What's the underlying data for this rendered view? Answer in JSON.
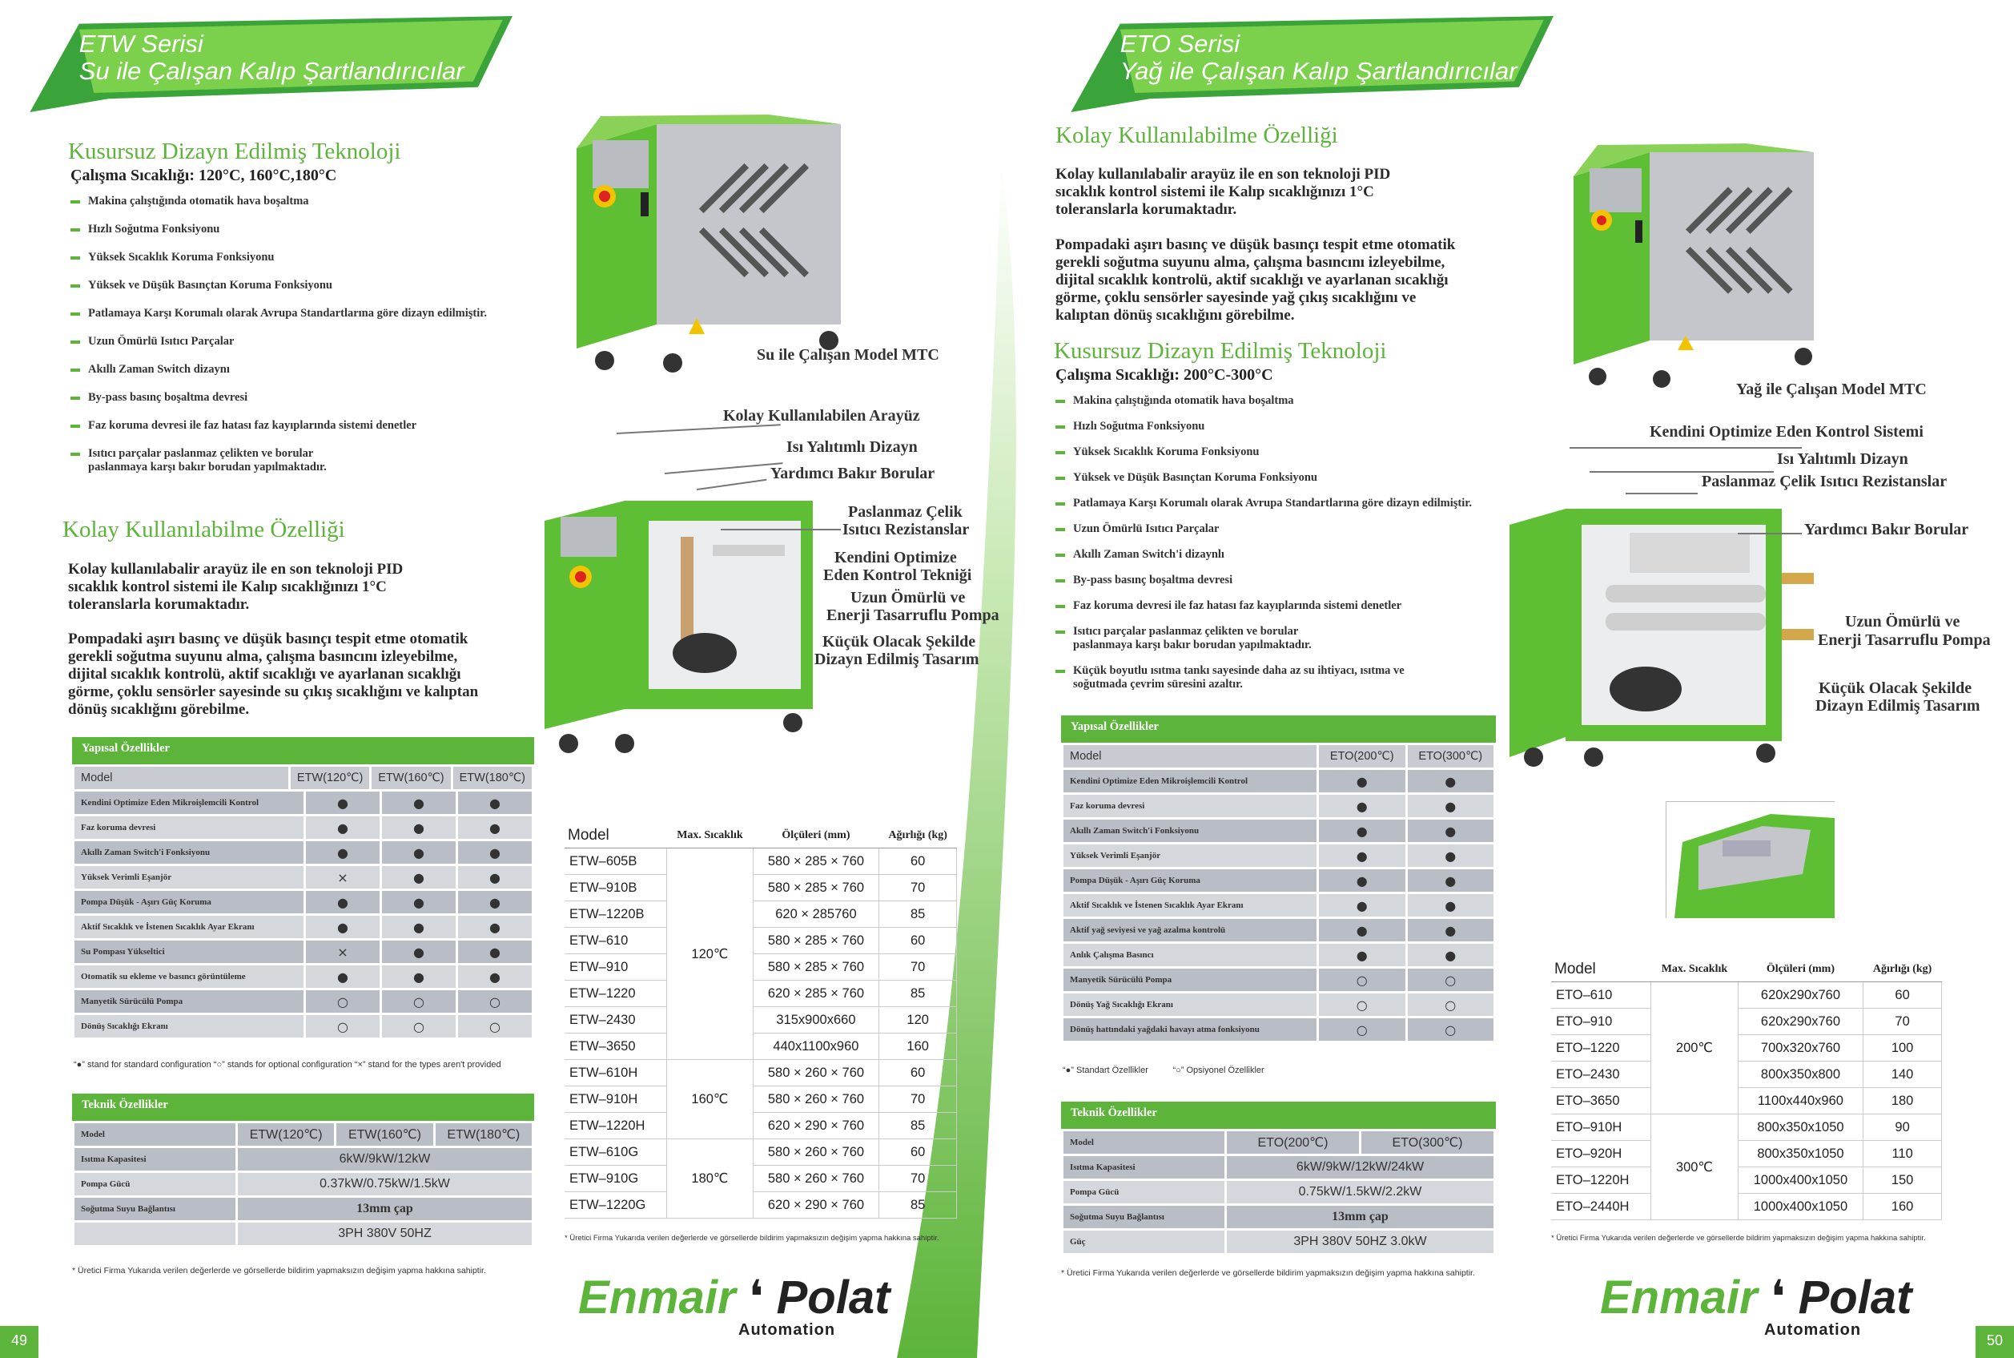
{
  "left": {
    "banner": {
      "line1": "ETW Serisi",
      "line2": "Su ile Çalışan Kalıp Şartlandırıcılar"
    },
    "tech_heading": "Kusursuz Dizayn Edilmiş Teknoloji",
    "temp": "Çalışma Sıcaklığı: 120°C, 160°C,180°C",
    "features": [
      "Makina çalıştığında otomatik hava boşaltma",
      "Hızlı Soğutma Fonksiyonu",
      "Yüksek Sıcaklık Koruma Fonksiyonu",
      "Yüksek ve Düşük Basınçtan Koruma Fonksiyonu",
      "Patlamaya Karşı Korumalı olarak Avrupa Standartlarına göre dizayn edilmiştir.",
      "Uzun Ömürlü Isıtıcı Parçalar",
      "Akıllı Zaman Switch dizaynı",
      "By-pass basınç boşaltma devresi",
      "Faz koruma devresi ile faz hatası faz kayıplarında sistemi denetler",
      "Isıtıcı parçalar paslanmaz çelikten ve borular paslanmaya karşı bakır borudan yapılmaktadır."
    ],
    "ease_heading": "Kolay Kullanılabilme Özelliği",
    "para1": "Kolay kullanılabalir arayüz ile en son teknoloji PID sıcaklık kontrol sistemi ile Kalıp sıcaklığınızı 1°C toleranslarla korumaktadır.",
    "para2": "Pompadaki aşırı basınç ve düşük basınçı tespit etme otomatik gerekli soğutma suyunu alma, çalışma basıncını izleyebilme, dijital sıcaklık kontrolü, aktif sıcaklığı ve ayarlanan sıcaklığı görme, çoklu sensörler sayesinde su çıkış sıcaklığını ve kalıptan dönüş sıcaklığını görebilme.",
    "struct": {
      "title": "Yapısal Özellikler",
      "headers": [
        "Model",
        "ETW(120℃)",
        "ETW(160℃)",
        "ETW(180℃)"
      ],
      "rows": [
        [
          "Kendini Optimize Eden Mikroişlemcili Kontrol",
          "●",
          "●",
          "●"
        ],
        [
          "Faz koruma devresi",
          "●",
          "●",
          "●"
        ],
        [
          "Akıllı Zaman Switch'i Fonksiyonu",
          "●",
          "●",
          "●"
        ],
        [
          "Yüksek Verimli Eşanjör",
          "×",
          "●",
          "●"
        ],
        [
          "Pompa Düşük - Aşırı Güç Koruma",
          "●",
          "●",
          "●"
        ],
        [
          "Aktif Sıcaklık ve İstenen Sıcaklık Ayar Ekranı",
          "●",
          "●",
          "●"
        ],
        [
          "Su Pompası Yükseltici",
          "×",
          "●",
          "●"
        ],
        [
          "Otomatik su ekleme ve basıncı görüntüleme",
          "●",
          "●",
          "●"
        ],
        [
          "Manyetik Sürücülü Pompa",
          "○",
          "○",
          "○"
        ],
        [
          "Dönüş Sıcaklığı Ekranı",
          "○",
          "○",
          "○"
        ]
      ],
      "legend": "“●” stand for standard configuration   “○” stands for optional configuration   “×” stand for the types aren't provided"
    },
    "tech": {
      "title": "Teknik Özellikler",
      "headers": [
        "Model",
        "ETW(120℃)",
        "ETW(160℃)",
        "ETW(180℃)"
      ],
      "rows": [
        [
          "Isıtma Kapasitesi",
          "6kW/9kW/12kW"
        ],
        [
          "Pompa Gücü",
          "0.37kW/0.75kW/1.5kW"
        ],
        [
          "Soğutma Suyu Bağlantısı",
          "13mm çap"
        ],
        [
          "",
          "3PH 380V 50HZ"
        ]
      ]
    },
    "note": "* Üretici Firma Yukarıda verilen değerlerde ve görsellerde bildirim yapmaksızın değişim yapma hakkına sahiptir.",
    "page": "49",
    "photo_caption": "Su ile Çalışan Model MTC",
    "callouts": [
      "Kolay Kullanılabilen Arayüz",
      "Isı Yalıtımlı Dizayn",
      "Yardımcı Bakır Borular",
      "Paslanmaz Çelik",
      "Isıtıcı Rezistanslar",
      "Kendini Optimize",
      "Eden Kontrol Tekniği",
      "Uzun Ömürlü ve",
      "Enerji Tasarruflu Pompa",
      "Küçük Olacak Şekilde",
      "Dizayn Edilmiş Tasarım"
    ],
    "models": {
      "headers": [
        "Model",
        "Max. Sıcaklık",
        "Ölçüleri (mm)",
        "Ağırlığı (kg)"
      ],
      "rows": [
        [
          "ETW–605B",
          "580 × 285 × 760",
          "60"
        ],
        [
          "ETW–910B",
          "580 × 285 × 760",
          "70"
        ],
        [
          "ETW–1220B",
          "620 × 285760",
          "85"
        ],
        [
          "ETW–610",
          "580 × 285 × 760",
          "60"
        ],
        [
          "ETW–910",
          "580 × 285 × 760",
          "70"
        ],
        [
          "ETW–1220",
          "620 × 285 × 760",
          "85"
        ],
        [
          "ETW–2430",
          "315x900x660",
          "120"
        ],
        [
          "ETW–3650",
          "440x1100x960",
          "160"
        ],
        [
          "ETW–610H",
          "580 × 260 × 760",
          "60"
        ],
        [
          "ETW–910H",
          "580 × 260 × 760",
          "70"
        ],
        [
          "ETW–1220H",
          "620 × 290 × 760",
          "85"
        ],
        [
          "ETW–610G",
          "580 × 260 × 760",
          "60"
        ],
        [
          "ETW–910G",
          "580 × 260 × 760",
          "70"
        ],
        [
          "ETW–1220G",
          "620 × 290 × 760",
          "85"
        ]
      ],
      "temps": [
        "120℃",
        "160℃",
        "180℃"
      ],
      "note": "* Üretici Firma Yukarıda verilen değerlerde ve görsellerde bildirim yapmaksızın değişim yapma hakkına sahiptir."
    }
  },
  "right": {
    "banner": {
      "line1": "ETO Serisi",
      "line2": "Yağ ile Çalışan Kalıp Şartlandırıcılar"
    },
    "ease_heading": "Kolay Kullanılabilme Özelliği",
    "para1": "Kolay kullanılabalir arayüz ile en son teknoloji PID sıcaklık kontrol sistemi ile Kalıp sıcaklığınızı 1°C toleranslarla korumaktadır.",
    "para2": "Pompadaki aşırı basınç ve düşük basınçı tespit etme otomatik gerekli soğutma suyunu alma, çalışma basıncını izleyebilme, dijital sıcaklık kontrolü, aktif sıcaklığı ve ayarlanan sıcaklığı görme, çoklu sensörler sayesinde yağ çıkış sıcaklığını ve kalıptan dönüş sıcaklığını görebilme.",
    "tech_heading": "Kusursuz Dizayn Edilmiş Teknoloji",
    "temp": "Çalışma Sıcaklığı: 200°C-300°C",
    "features": [
      "Makina çalıştığında otomatik hava boşaltma",
      "Hızlı Soğutma Fonksiyonu",
      "Yüksek Sıcaklık Koruma Fonksiyonu",
      "Yüksek ve Düşük Basınçtan Koruma Fonksiyonu",
      "Patlamaya Karşı Korumalı olarak Avrupa Standartlarına göre dizayn edilmiştir.",
      "Uzun Ömürlü Isıtıcı Parçalar",
      "Akıllı Zaman Switch'i dizaynlı",
      "By-pass basınç boşaltma devresi",
      "Faz koruma devresi ile faz hatası faz kayıplarında sistemi denetler",
      "Isıtıcı parçalar paslanmaz çelikten ve borular paslanmaya karşı bakır borudan yapılmaktadır.",
      "Küçük boyutlu ısıtma tankı sayesinde daha az su ihtiyacı, ısıtma ve soğutmada çevrim süresini azaltır."
    ],
    "struct": {
      "title": "Yapısal Özellikler",
      "headers": [
        "Model",
        "ETO(200℃)",
        "ETO(300℃)"
      ],
      "rows": [
        [
          "Kendini Optimize Eden Mikroişlemcili Kontrol",
          "●",
          "●"
        ],
        [
          "Faz koruma devresi",
          "●",
          "●"
        ],
        [
          "Akıllı Zaman Switch'i Fonksiyonu",
          "●",
          "●"
        ],
        [
          "Yüksek Verimli Eşanjör",
          "●",
          "●"
        ],
        [
          "Pompa Düşük - Aşırı Güç Koruma",
          "●",
          "●"
        ],
        [
          "Aktif Sıcaklık ve İstenen Sıcaklık Ayar Ekranı",
          "●",
          "●"
        ],
        [
          "Aktif yağ seviyesi ve yağ azalma kontrolü",
          "●",
          "●"
        ],
        [
          "Anlık Çalışma Basıncı",
          "●",
          "●"
        ],
        [
          "Manyetik Sürücülü Pompa",
          "○",
          "○"
        ],
        [
          "Dönüş Yağ Sıcaklığı Ekranı",
          "○",
          "○"
        ],
        [
          "Dönüş hattındaki yağdaki havayı atma fonksiyonu",
          "○",
          "○"
        ]
      ],
      "legend": "“●” Standart Özellikler          “○” Opsiyonel Özellikler"
    },
    "tech": {
      "title": "Teknik Özellikler",
      "headers": [
        "Model",
        "ETO(200℃)",
        "ETO(300℃)"
      ],
      "rows": [
        [
          "Isıtma Kapasitesi",
          "6kW/9kW/12kW/24kW"
        ],
        [
          "Pompa Gücü",
          "0.75kW/1.5kW/2.2kW"
        ],
        [
          "Soğutma Suyu Bağlantısı",
          "13mm çap"
        ],
        [
          "Güç",
          "3PH 380V 50HZ 3.0kW"
        ]
      ]
    },
    "note": "* Üretici Firma Yukarıda verilen değerlerde ve görsellerde bildirim yapmaksızın değişim yapma hakkına sahiptir.",
    "page": "50",
    "photo_caption": "Yağ ile Çalışan Model MTC",
    "callouts": [
      "Kendini Optimize Eden Kontrol Sistemi",
      "Isı Yalıtımlı Dizayn",
      "Paslanmaz Çelik Isıtıcı Rezistanslar",
      "Yardımcı Bakır Borular",
      "Uzun Ömürlü ve",
      "Enerji Tasarruflu Pompa",
      "Küçük Olacak Şekilde",
      "Dizayn Edilmiş Tasarım"
    ],
    "models": {
      "headers": [
        "Model",
        "Max. Sıcaklık",
        "Ölçüleri (mm)",
        "Ağırlığı (kg)"
      ],
      "rows": [
        [
          "ETO–610",
          "620x290x760",
          "60"
        ],
        [
          "ETO–910",
          "620x290x760",
          "70"
        ],
        [
          "ETO–1220",
          "700x320x760",
          "100"
        ],
        [
          "ETO–2430",
          "800x350x800",
          "140"
        ],
        [
          "ETO–3650",
          "1100x440x960",
          "180"
        ],
        [
          "ETO–910H",
          "800x350x1050",
          "90"
        ],
        [
          "ETO–920H",
          "800x350x1050",
          "110"
        ],
        [
          "ETO–1220H",
          "1000x400x1050",
          "150"
        ],
        [
          "ETO–2440H",
          "1000x400x1050",
          "160"
        ]
      ],
      "temps": [
        "200℃",
        "300℃"
      ],
      "note": "* Üretici Firma Yukarıda verilen değerlerde ve görsellerde bildirim yapmaksızın değişim yapma hakkına sahiptir."
    }
  },
  "brand": {
    "name1": "Enmair",
    "name2": "Polat",
    "sub": "Automation",
    "green": "#5db43a",
    "dark_green": "#3aa43a"
  }
}
